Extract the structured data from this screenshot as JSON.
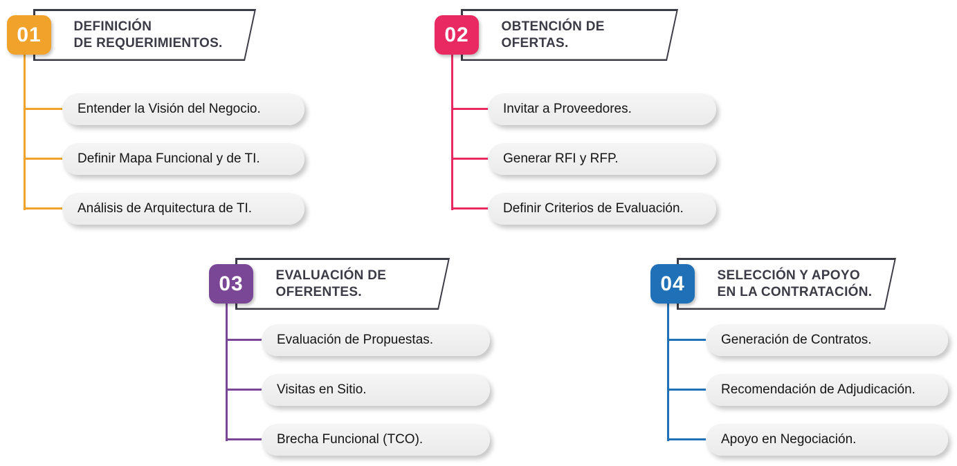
{
  "colors": {
    "outline": "#3B3B46",
    "title_text": "#3B3B46",
    "item_text": "#141414",
    "pill_bg": "#EFEFEF"
  },
  "steps": [
    {
      "number": "01",
      "color": "#F0A22A",
      "title_lines": [
        "DEFINICIÓN",
        "DE REQUERIMIENTOS."
      ],
      "items": [
        "Entender la Visión del Negocio.",
        "Definir Mapa Funcional y de TI.",
        "Análisis de Arquitectura de TI."
      ]
    },
    {
      "number": "02",
      "color": "#E92A62",
      "title_lines": [
        "OBTENCIÓN DE",
        "OFERTAS."
      ],
      "items": [
        "Invitar a Proveedores.",
        "Generar RFI y RFP.",
        "Definir Criterios de Evaluación."
      ]
    },
    {
      "number": "03",
      "color": "#7A4796",
      "title_lines": [
        "EVALUACIÓN DE",
        "OFERENTES."
      ],
      "items": [
        "Evaluación de Propuestas.",
        "Visitas en Sitio.",
        "Brecha Funcional (TCO)."
      ]
    },
    {
      "number": "04",
      "color": "#1F70B7",
      "title_lines": [
        "SELECCIÓN Y APOYO",
        "EN LA CONTRATACIÓN."
      ],
      "items": [
        "Generación de Contratos.",
        "Recomendación de Adjudicación.",
        "Apoyo en Negociación."
      ]
    }
  ]
}
